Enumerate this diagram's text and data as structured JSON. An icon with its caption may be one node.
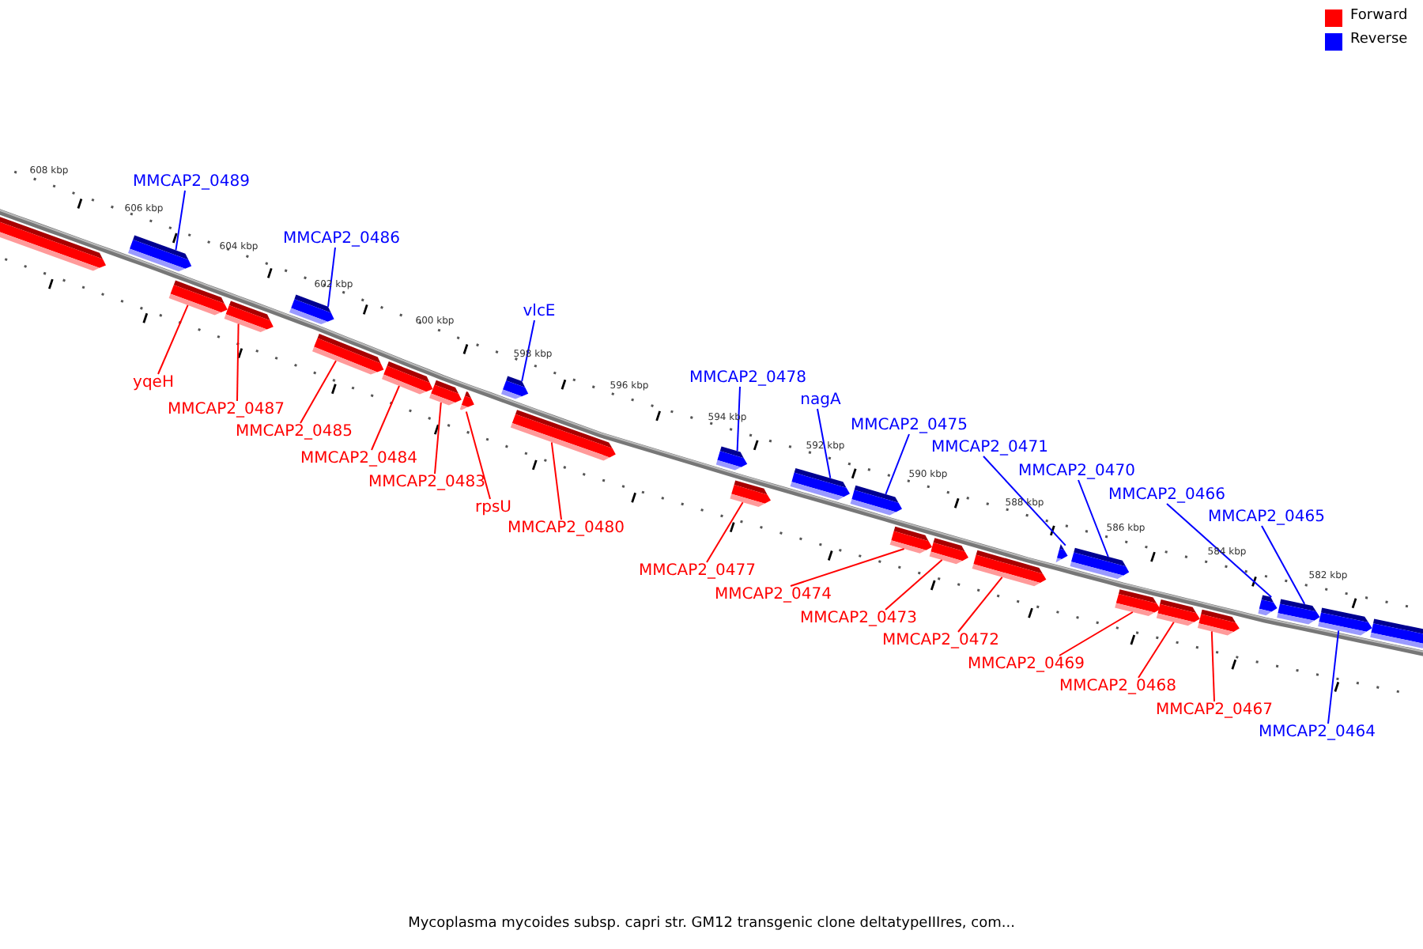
{
  "diagram": {
    "caption": "Mycoplasma mycoides subsp. capri str. GM12 transgenic clone deltatypeIIIres, com...",
    "nodes": [
      {
        "text": [],
        "shape": "bar"
      },
      {
        "text": [
          "MMCAP2_0489"
        ]
      },
      {
        "text": [],
        "shape": "bar"
      },
      {
        "text": [
          "yqeH"
        ]
      },
      {
        "text": [],
        "shape": "bar"
      },
      {
        "text": [
          "MMCAP2_0487"
        ]
      },
      {
        "text": [],
        "shape": "bar"
      },
      {
        "text": [
          "MMCAP2_0486"
        ]
      },
      {
        "text": [],
        "shape": "bar"
      },
      {
        "text": [
          "MMCAP2_0485"
        ]
      },
      {
        "text": [],
        "shape": "bar"
      },
      {
        "text": [
          "MMCAP2_0484"
        ]
      },
      {
        "text": [],
        "shape": "bar"
      },
      {
        "text": [
          "MMCAP2_0483"
        ]
      },
      {
        "text": [],
        "shape": "bar"
      },
      {
        "text": [
          "rpsU"
        ]
      },
      {
        "text": [],
        "shape": "bar"
      },
      {
        "text": [
          "vlcE"
        ]
      },
      {
        "text": [],
        "shape": "bar"
      },
      {
        "text": [
          "MMCAP2_0480"
        ]
      },
      {
        "text": [],
        "shape": "bar"
      },
      {
        "text": [
          "MMCAP2_0478"
        ]
      },
      {
        "text": [],
        "shape": "bar"
      },
      {
        "text": [
          "MMCAP2_0477"
        ]
      },
      {
        "text": [],
        "shape": "bar"
      },
      {
        "text": [
          "nagA"
        ]
      },
      {
        "text": [],
        "shape": "bar"
      },
      {
        "text": [
          "MMCAP2_0475"
        ]
      },
      {
        "text": [],
        "shape": "bar"
      },
      {
        "text": [
          "MMCAP2_0474"
        ]
      },
      {
        "text": [],
        "shape": "bar"
      },
      {
        "text": [
          "MMCAP2_0473"
        ]
      },
      {
        "text": [],
        "shape": "bar"
      },
      {
        "text": [
          "MMCAP2_0472"
        ]
      },
      {
        "text": [],
        "shape": "bar"
      },
      {
        "text": [
          "MMCAP2_0471"
        ]
      },
      {
        "text": [],
        "shape": "bar"
      },
      {
        "text": [
          "MMCAP2_0470"
        ]
      },
      {
        "text": [],
        "shape": "bar"
      },
      {
        "text": [
          "MMCAP2_0469"
        ]
      },
      {
        "text": [],
        "shape": "bar"
      },
      {
        "text": [
          "MMCAP2_0468"
        ]
      },
      {
        "text": [],
        "shape": "bar"
      },
      {
        "text": [
          "MMCAP2_0467"
        ]
      },
      {
        "text": [],
        "shape": "bar"
      },
      {
        "text": [
          "MMCAP2_0466"
        ]
      },
      {
        "text": [],
        "shape": "bar"
      },
      {
        "text": [
          "MMCAP2_0465"
        ]
      },
      {
        "text": [],
        "shape": "bar"
      },
      {
        "text": [
          "MMCAP2_0464"
        ]
      },
      {
        "text": [],
        "shape": "bar"
      },
      {
        "text": [],
        "shape": "bar"
      }
    ],
    "edges": [
      {
        "from": 1,
        "to": 2,
        "arrow": "none",
        "color": "#0000ff"
      },
      {
        "from": 3,
        "to": 4,
        "arrow": "none"
      },
      {
        "from": 5,
        "to": 6,
        "arrow": "none"
      },
      {
        "from": 7,
        "to": 8,
        "arrow": "none",
        "color": "#0000ff"
      },
      {
        "from": 9,
        "to": 10,
        "arrow": "none"
      },
      {
        "from": 11,
        "to": 12,
        "arrow": "none"
      },
      {
        "from": 13,
        "to": 14,
        "arrow": "none"
      },
      {
        "from": 15,
        "to": 16,
        "arrow": "none"
      },
      {
        "from": 17,
        "to": 18,
        "arrow": "none",
        "color": "#0000ff"
      },
      {
        "from": 19,
        "to": 20,
        "arrow": "none"
      },
      {
        "from": 21,
        "to": 22,
        "arrow": "none",
        "color": "#0000ff"
      },
      {
        "from": 23,
        "to": 24,
        "arrow": "none"
      },
      {
        "from": 25,
        "to": 26,
        "arrow": "none",
        "color": "#0000ff"
      },
      {
        "from": 27,
        "to": 28,
        "arrow": "none",
        "color": "#0000ff"
      },
      {
        "from": 29,
        "to": 30,
        "arrow": "none"
      },
      {
        "from": 31,
        "to": 32,
        "arrow": "none"
      },
      {
        "from": 33,
        "to": 34,
        "arrow": "none"
      },
      {
        "from": 35,
        "to": 36,
        "arrow": "none",
        "color": "#0000ff"
      },
      {
        "from": 37,
        "to": 38,
        "arrow": "none",
        "color": "#0000ff"
      },
      {
        "from": 39,
        "to": 40,
        "arrow": "none"
      },
      {
        "from": 41,
        "to": 42,
        "arrow": "none"
      },
      {
        "from": 43,
        "to": 44,
        "arrow": "none"
      },
      {
        "from": 45,
        "to": 46,
        "arrow": "none",
        "color": "#0000ff"
      },
      {
        "from": 47,
        "to": 48,
        "arrow": "none",
        "color": "#0000ff"
      },
      {
        "from": 49,
        "to": 50,
        "arrow": "none",
        "color": "#0000ff"
      }
    ],
    "labels": [
      "608 kbp",
      "606 kbp",
      "604 kbp",
      "602 kbp",
      "600 kbp",
      "598 kbp",
      "596 kbp",
      "594 kbp",
      "592 kbp",
      "590 kbp",
      "588 kbp",
      "586 kbp",
      "584 kbp",
      "582 kbp"
    ],
    "legend": [
      {
        "text": "Forward",
        "color": "#ff0000"
      },
      {
        "text": "Reverse",
        "color": "#0000ff"
      }
    ]
  }
}
